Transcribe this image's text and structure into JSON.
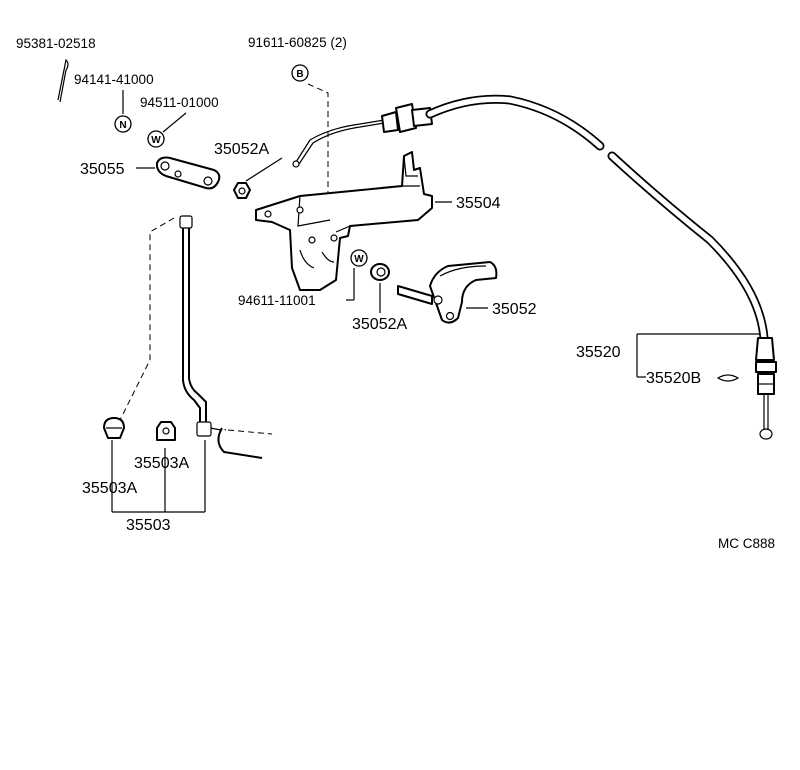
{
  "labels": {
    "p95381": "95381-02518",
    "p94141": "94141-41000",
    "p94511": "94511-01000",
    "p91611": "91611-60825 (2)",
    "p35052A_top": "35052A",
    "p35055": "35055",
    "p35504": "35504",
    "p94611": "94611-11001",
    "p35052A_bottom": "35052A",
    "p35052": "35052",
    "p35520": "35520",
    "p35520B": "35520B",
    "p35503A_right": "35503A",
    "p35503A_left": "35503A",
    "p35503": "35503",
    "diagram_code": "MC C888"
  },
  "badges": {
    "n": "N",
    "w1": "W",
    "b": "B",
    "w2": "W"
  }
}
